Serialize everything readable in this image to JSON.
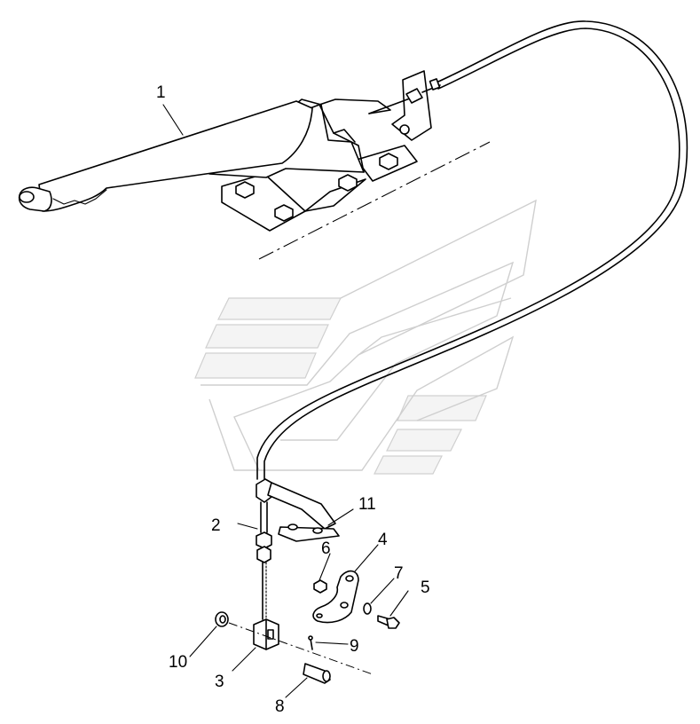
{
  "diagram": {
    "callouts": [
      {
        "id": "1",
        "label": "1"
      },
      {
        "id": "2",
        "label": "2"
      },
      {
        "id": "3",
        "label": "3"
      },
      {
        "id": "4",
        "label": "4"
      },
      {
        "id": "5",
        "label": "5"
      },
      {
        "id": "6",
        "label": "6"
      },
      {
        "id": "7",
        "label": "7"
      },
      {
        "id": "8",
        "label": "8"
      },
      {
        "id": "9",
        "label": "9"
      },
      {
        "id": "10",
        "label": "10"
      },
      {
        "id": "11",
        "label": "11"
      }
    ],
    "colors": {
      "line": "#000000",
      "watermark": "#cfcfcf",
      "background": "#ffffff"
    }
  }
}
